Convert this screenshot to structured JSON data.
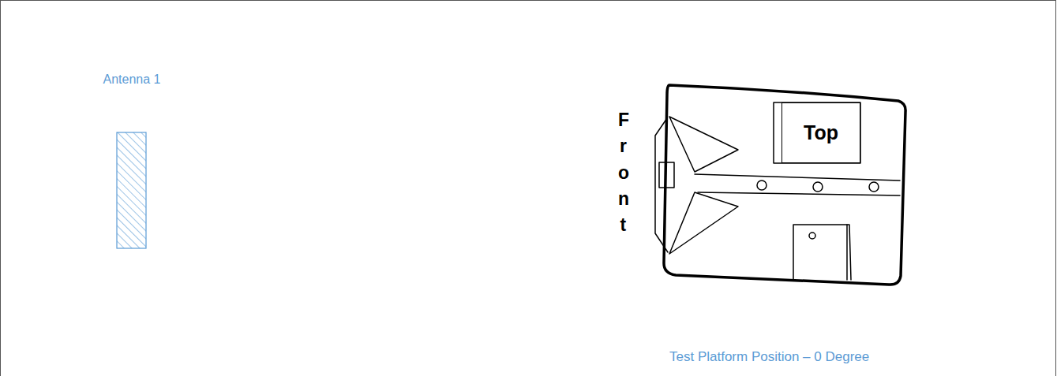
{
  "diagram": {
    "nodes": [
      {
        "text": [
          "Antenna 1"
        ]
      },
      {
        "text": [
          "Top"
        ]
      }
    ],
    "labels": [
      "Front",
      "Test Platform Position – 0 Degree"
    ]
  }
}
